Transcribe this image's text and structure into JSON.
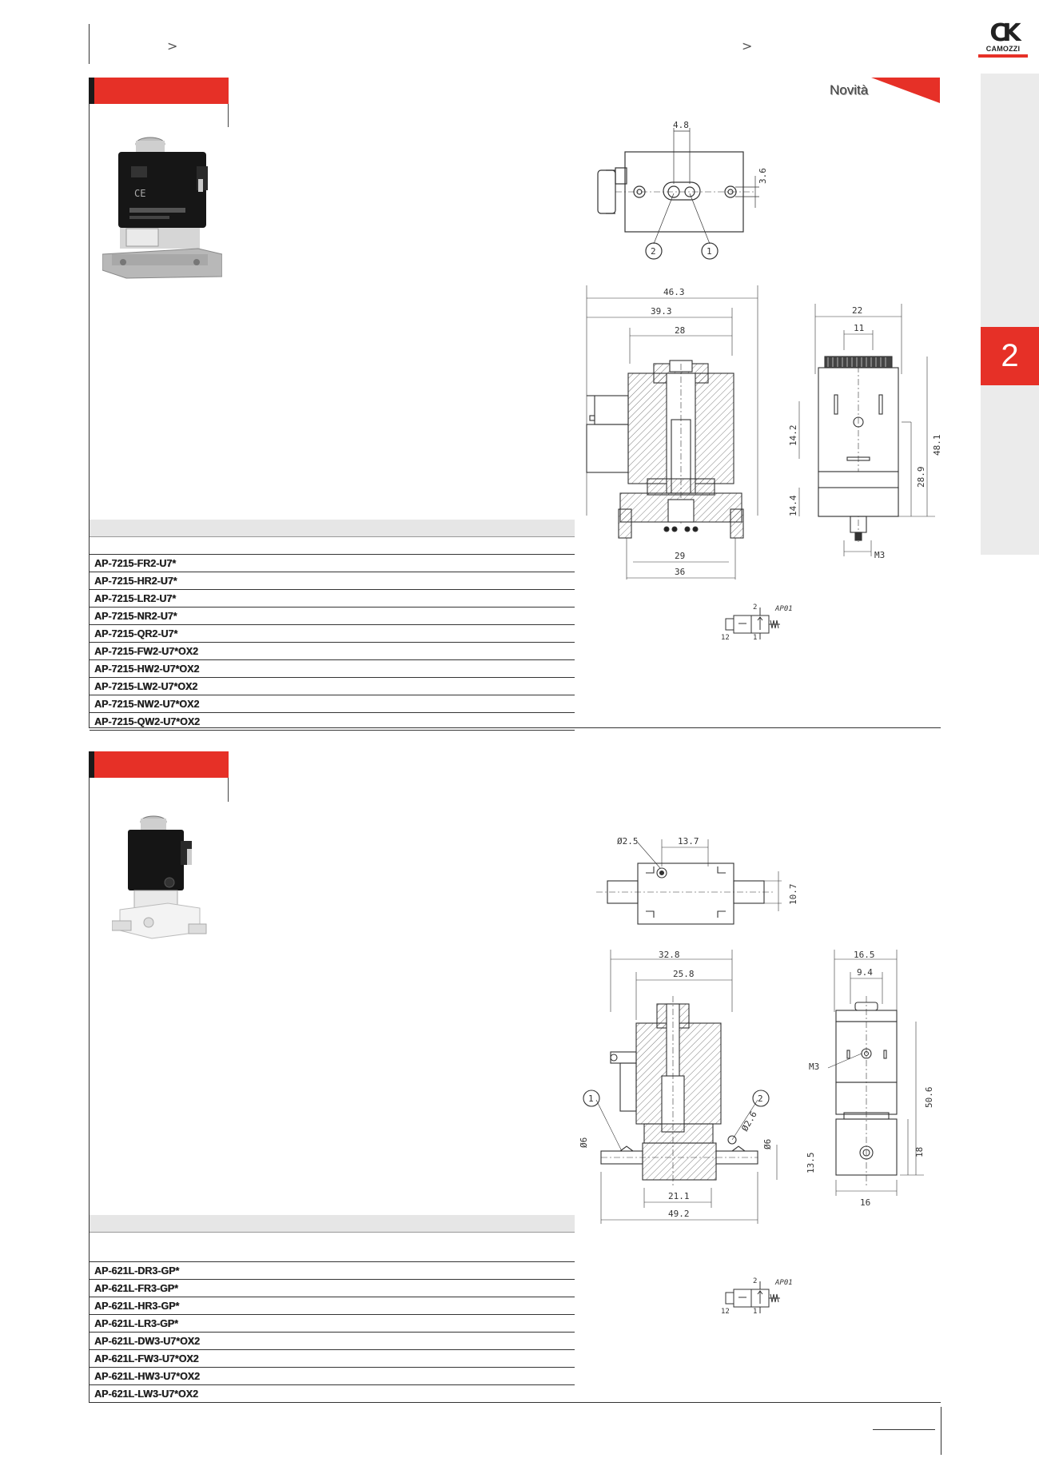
{
  "brand": {
    "logo_mark": "CK",
    "logo_name": "CAMOZZI",
    "red": "#e63027"
  },
  "breadcrumb": {
    "sep_left": ">",
    "sep_right": ">"
  },
  "sidebar": {
    "chapter": "2"
  },
  "badge": {
    "label": "Novità"
  },
  "section1": {
    "table_rows": [
      "AP-7215-FR2-U7*",
      "AP-7215-HR2-U7*",
      "AP-7215-LR2-U7*",
      "AP-7215-NR2-U7*",
      "AP-7215-QR2-U7*",
      "AP-7215-FW2-U7*OX2",
      "AP-7215-HW2-U7*OX2",
      "AP-7215-LW2-U7*OX2",
      "AP-7215-NW2-U7*OX2",
      "AP-7215-QW2-U7*OX2"
    ],
    "dims": {
      "d_4_8": "4.8",
      "d_3_6": "3.6",
      "p2": "2",
      "p1": "1",
      "d_46_3": "46.3",
      "d_39_3": "39.3",
      "d_28": "28",
      "d_22": "22",
      "d_11": "11",
      "d_14_2": "14.2",
      "d_48_1": "48.1",
      "d_28_9": "28.9",
      "d_14_4": "14.4",
      "d_29": "29",
      "d_36": "36",
      "d_m3": "M3"
    },
    "symbol": {
      "p2": "2",
      "code": "AP01",
      "p12": "12",
      "p1": "1"
    }
  },
  "section2": {
    "table_rows": [
      "AP-621L-DR3-GP*",
      "AP-621L-FR3-GP*",
      "AP-621L-HR3-GP*",
      "AP-621L-LR3-GP*",
      "AP-621L-DW3-U7*OX2",
      "AP-621L-FW3-U7*OX2",
      "AP-621L-HW3-U7*OX2",
      "AP-621L-LW3-U7*OX2"
    ],
    "dims": {
      "d_phi2_5": "Ø2.5",
      "d_13_7": "13.7",
      "d_10_7": "10.7",
      "d_32_8": "32.8",
      "d_25_8": "25.8",
      "d_16_5": "16.5",
      "d_9_4": "9.4",
      "d_m3": "M3",
      "p1": "1",
      "p2": "2",
      "d_phi2_6": "Ø2.6",
      "d_phi6_l": "Ø6",
      "d_phi6_r": "Ø6",
      "d_13_5": "13.5",
      "d_50_6": "50.6",
      "d_18": "18",
      "d_21_1": "21.1",
      "d_49_2": "49.2",
      "d_16": "16"
    },
    "symbol": {
      "p2": "2",
      "code": "AP01",
      "p12": "12",
      "p1": "1"
    }
  }
}
